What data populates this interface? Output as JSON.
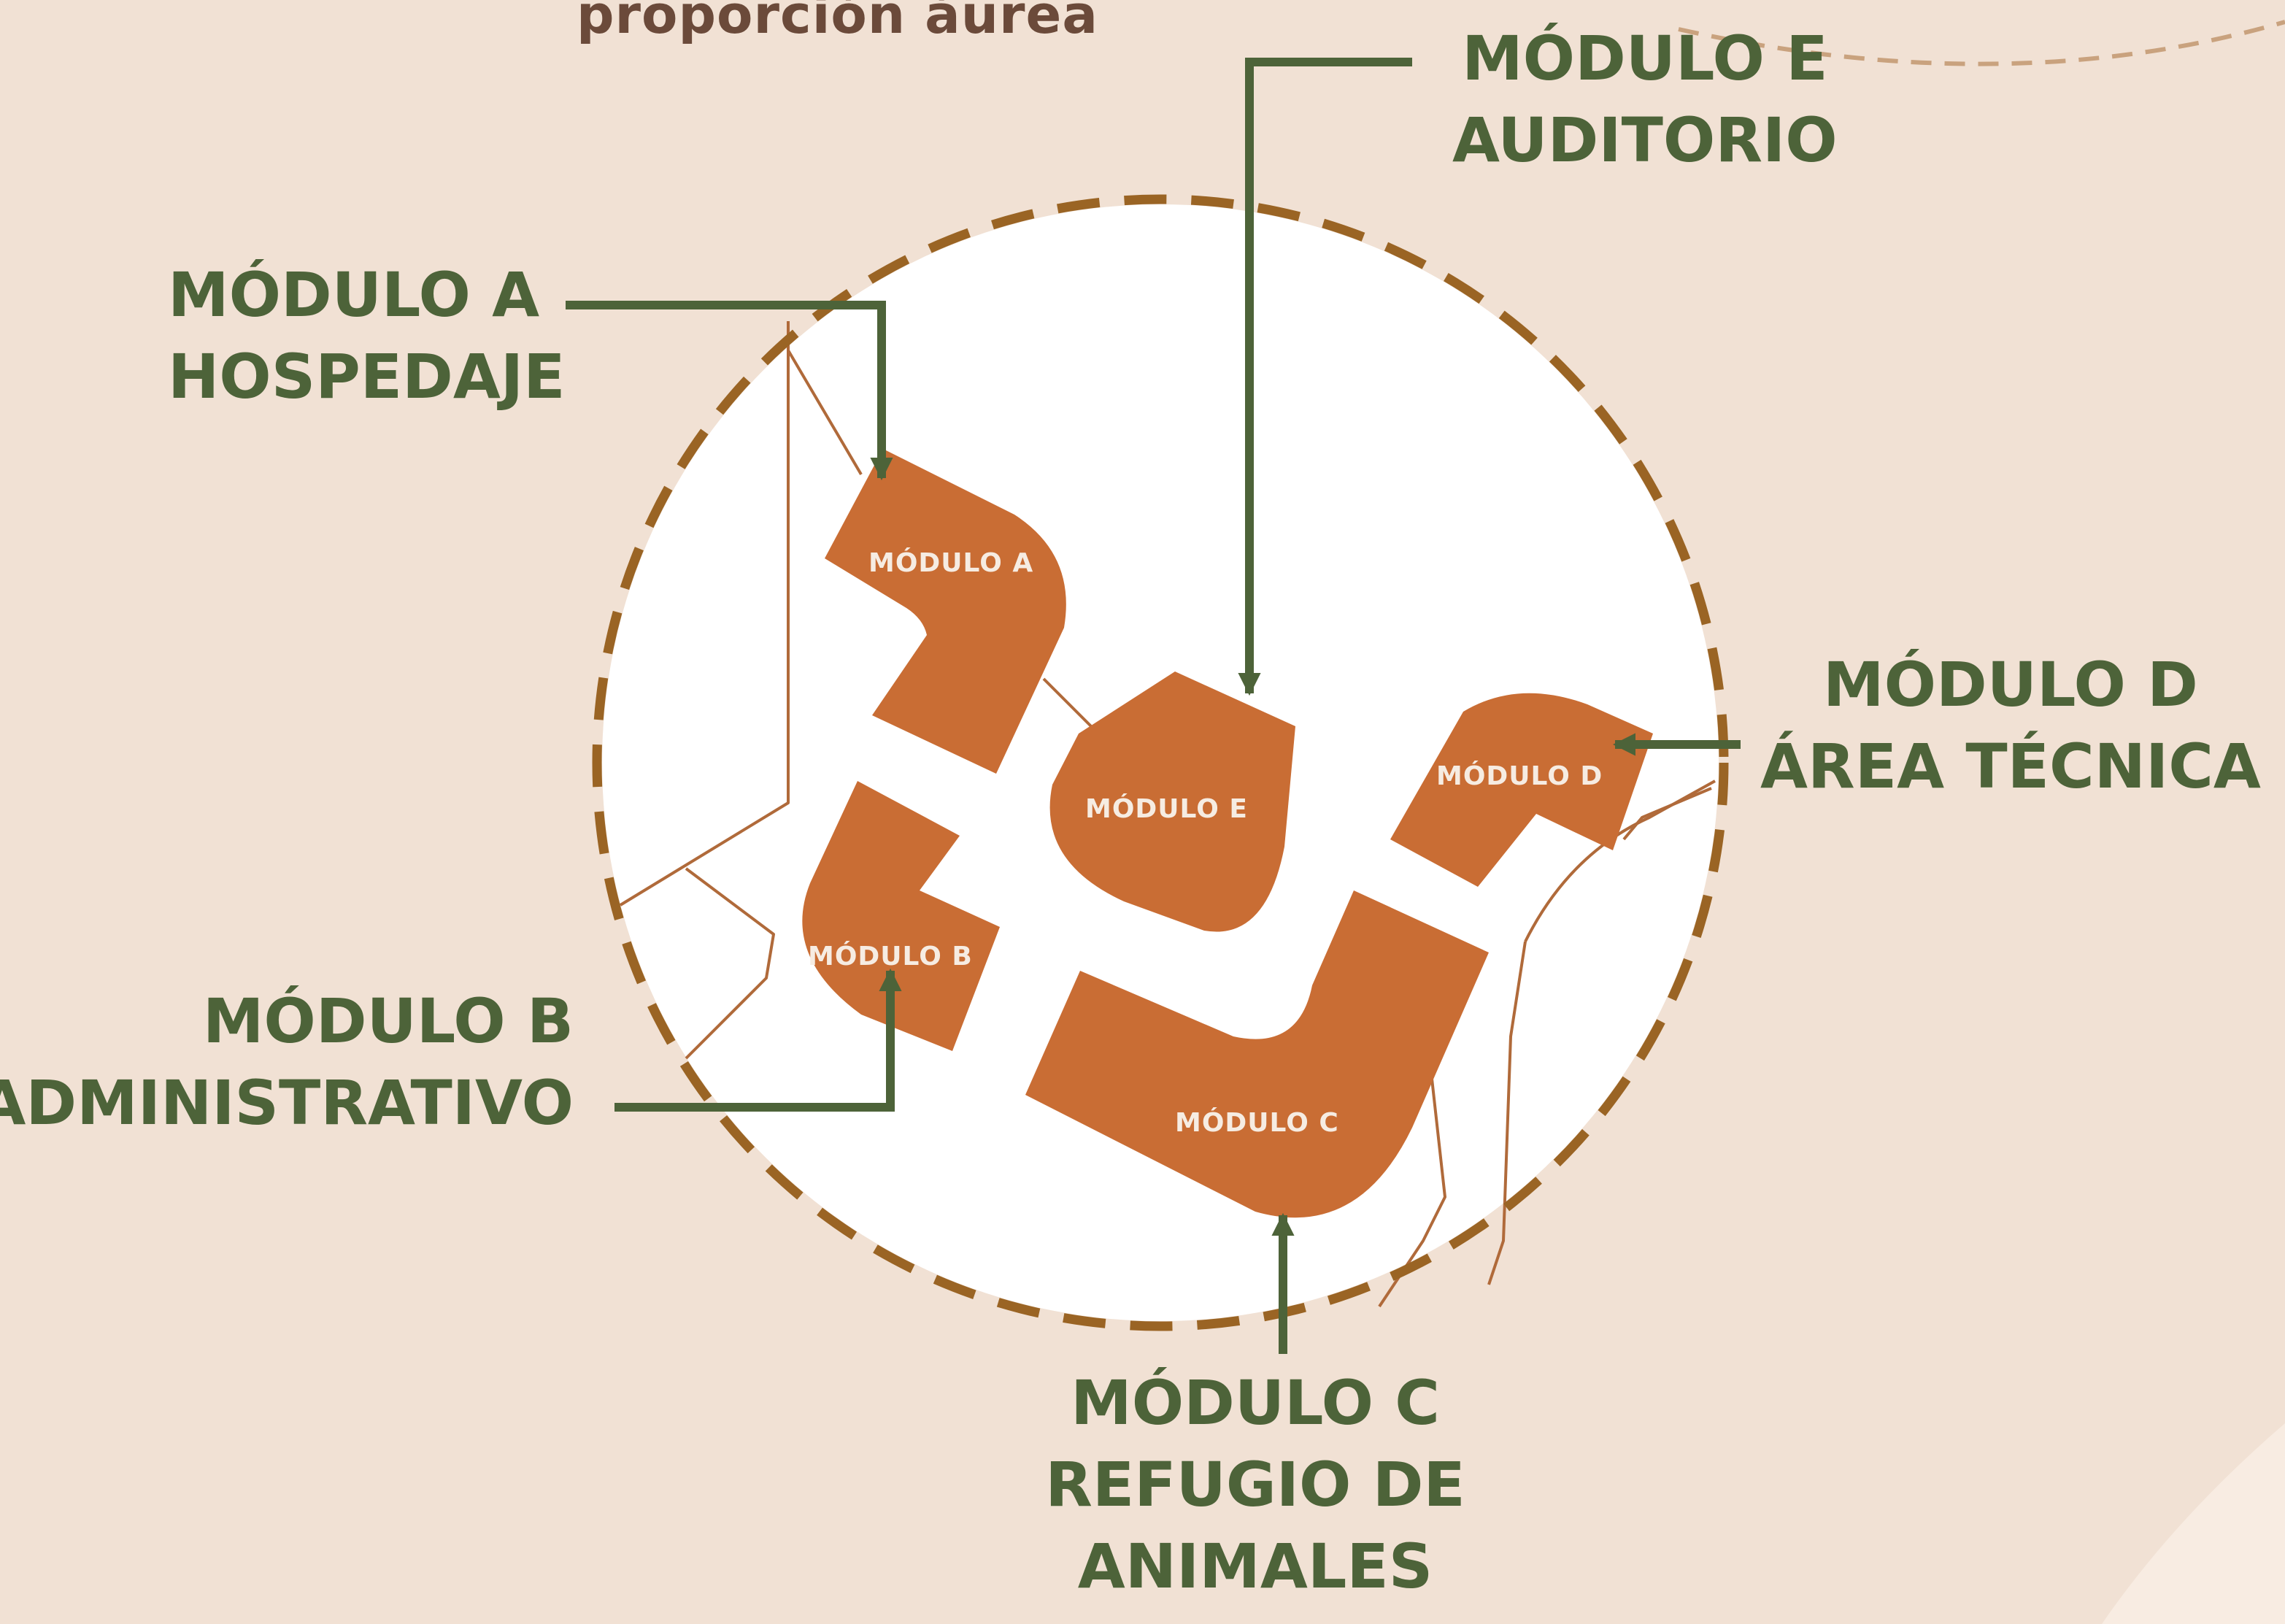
{
  "heading": "proporción áurea",
  "callouts": {
    "a": {
      "title": "MÓDULO A",
      "subtitle": "HOSPEDAJE"
    },
    "b": {
      "title": "MÓDULO B",
      "subtitle": "ADMINISTRATIVO"
    },
    "c": {
      "title": "MÓDULO C",
      "subtitle_1": "REFUGIO DE",
      "subtitle_2": "ANIMALES"
    },
    "d": {
      "title": "MÓDULO D",
      "subtitle": "ÁREA TÉCNICA"
    },
    "e": {
      "title": "MÓDULO E",
      "subtitle": "AUDITORIO"
    }
  },
  "plan_labels": {
    "a": "MÓDULO A",
    "b": "MÓDULO B",
    "c": "MÓDULO C",
    "d": "MÓDULO D",
    "e": "MÓDULO E"
  },
  "colors": {
    "background": "#f1e1d4",
    "module_fill": "#c96d34",
    "callout_text": "#4d6339",
    "arrow": "#4d6339",
    "dashed_circle": "#9a6424",
    "terrain_line": "#b06a3a",
    "heading_text": "#6b4a3a"
  }
}
